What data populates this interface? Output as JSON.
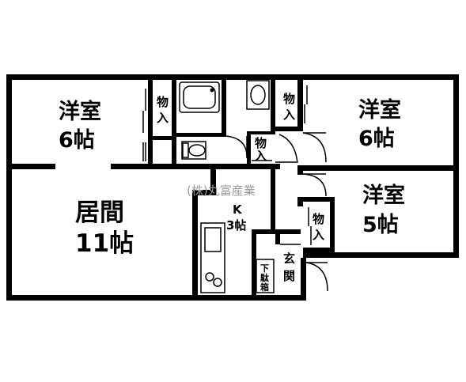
{
  "rooms": {
    "western_room_top_left": {
      "name": "洋室",
      "size": "6帖"
    },
    "western_room_top_right": {
      "name": "洋室",
      "size": "6帖"
    },
    "western_room_right": {
      "name": "洋室",
      "size": "5帖"
    },
    "living_room": {
      "name": "居間",
      "size": "11帖"
    },
    "kitchen": {
      "name": "K",
      "size": "3帖"
    },
    "entrance": {
      "name": "玄関"
    },
    "shoe_box": {
      "name": "下駄箱"
    }
  },
  "closets": {
    "closet_1": {
      "line1": "物",
      "line2": "入"
    },
    "closet_2": {
      "line1": "物",
      "line2": "入"
    },
    "closet_3": {
      "line1": "物",
      "line2": "入"
    },
    "closet_4": {
      "line1": "物",
      "line2": "入"
    }
  },
  "watermark": "(株)丸富産業"
}
